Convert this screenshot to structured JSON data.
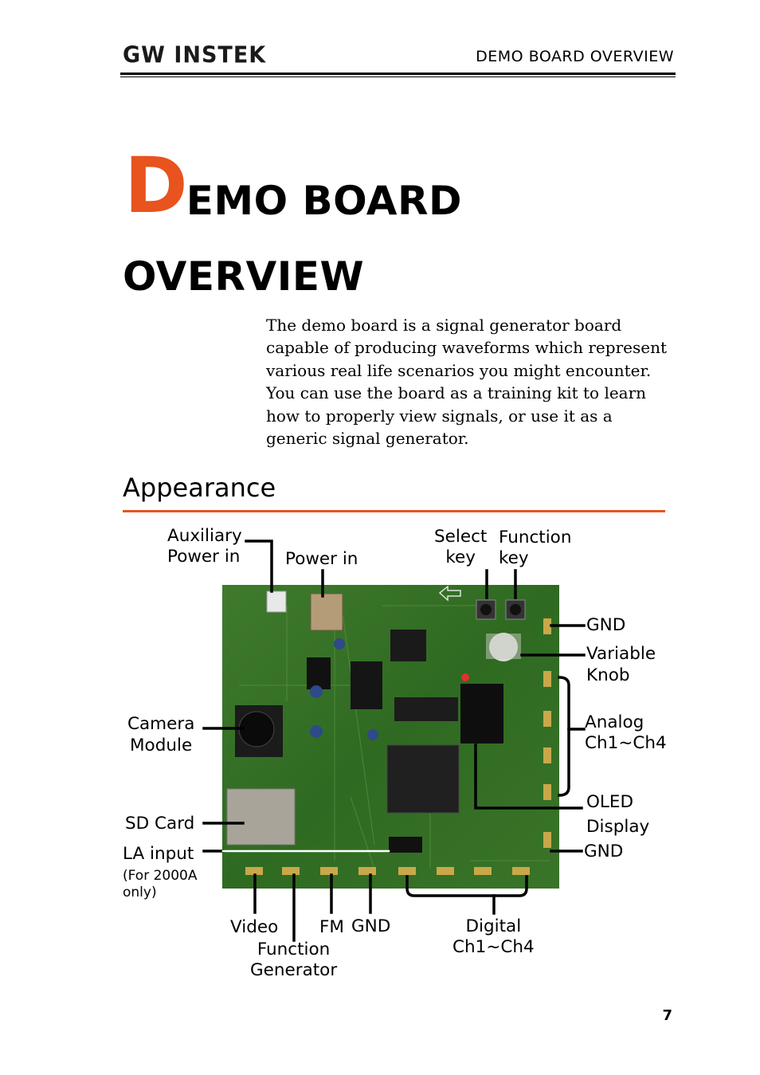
{
  "header": {
    "logo_text": "GW INSTEK",
    "section_title": "DEMO BOARD OVERVIEW"
  },
  "chapter": {
    "title_first_letter": "D",
    "title_line1_rest": "EMO BOARD",
    "title_line2": "OVERVIEW",
    "accent_color": "#e8531e"
  },
  "intro": {
    "lines": [
      "The demo board is a signal generator board",
      "capable of producing waveforms which represent",
      "various real life scenarios you might encounter.",
      "You can use the board as a training kit to learn",
      "how to properly view signals, or use it as a",
      "generic signal generator."
    ]
  },
  "section": {
    "title": "Appearance"
  },
  "figure": {
    "callouts": {
      "aux_power": [
        "Auxiliary",
        "Power in"
      ],
      "power_in": "Power in",
      "select_key": [
        "Select",
        "key"
      ],
      "function_key": [
        "Function",
        "key"
      ],
      "gnd_top": "GND",
      "variable_knob": [
        "Variable",
        "Knob"
      ],
      "analog": [
        "Analog",
        "Ch1~Ch4"
      ],
      "oled": [
        "OLED",
        "Display"
      ],
      "gnd_bottom": "GND",
      "camera": [
        "Camera",
        "Module"
      ],
      "sd_card": "SD Card",
      "la_input": "LA input",
      "la_note": [
        "(For 2000A",
        "only)"
      ],
      "video": "Video",
      "fm": "FM",
      "gnd_lower": "GND",
      "function_generator": [
        "Function",
        "Generator"
      ],
      "digital": [
        "Digital",
        "Ch1~Ch4"
      ]
    }
  },
  "footer": {
    "page_number": "7"
  }
}
